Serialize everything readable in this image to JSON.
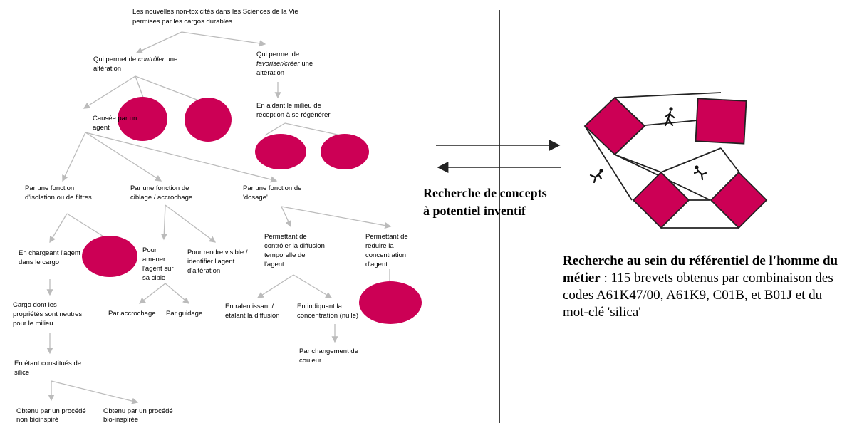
{
  "colors": {
    "accent": "#cc0055",
    "tree_line": "#bbbbbb",
    "divider": "#000000"
  },
  "tree": {
    "root": [
      "Les nouvelles non-toxicités dans les Sciences de la Vie",
      "permises par les cargos durables"
    ],
    "control_prefix": "Qui permet de ",
    "control_em": "contrôler",
    "control_suffix": " une",
    "control_line2": "altération",
    "favor_line1": "Qui permet de",
    "favor_em": "favoriser/créer",
    "favor_suffix": " une",
    "favor_line3": "altération",
    "caused": [
      "Causée par un",
      "agent"
    ],
    "helping": [
      "En aidant le milieu de",
      "réception à se régénérer"
    ],
    "isolation": [
      "Par une fonction",
      "d'isolation ou de filtres"
    ],
    "targeting": [
      "Par une fonction de",
      "ciblage / accrochage"
    ],
    "dosage": [
      "Par une fonction de",
      "'dosage'"
    ],
    "loading": [
      "En chargeant l'agent",
      "dans le cargo"
    ],
    "bring": [
      "Pour",
      "amener",
      "l'agent sur",
      "sa cible"
    ],
    "visible": [
      "Pour rendre visible /",
      "identifier l'agent",
      "d'altération"
    ],
    "temporal": [
      "Permettant de",
      "contrôler la diffusion",
      "temporelle de",
      "l'agent"
    ],
    "reduce": [
      "Permettant de",
      "réduire la",
      "concentration",
      "d'agent"
    ],
    "cargo_neutral": [
      "Cargo dont les",
      "propriétés sont neutres",
      "pour le milieu"
    ],
    "attach": "Par accrochage",
    "guide": "Par guidage",
    "slowing": [
      "En ralentissant /",
      "étalant la diffusion"
    ],
    "indicating": [
      "En indiquant la",
      "concentration (nulle)"
    ],
    "silica": [
      "En étant constitués de",
      "silice"
    ],
    "color_change": [
      "Par changement de",
      "couleur"
    ],
    "nonbio": [
      "Obtenu par un procédé",
      "non bioinspiré"
    ],
    "bio": [
      "Obtenu par un procédé",
      "bio-inspirée"
    ]
  },
  "middle": {
    "label": [
      "Recherche de concepts",
      "à potentiel inventif"
    ]
  },
  "network": {
    "icons": [
      "walking-person-icon",
      "falling-person-icon",
      "falling-person-icon"
    ]
  },
  "description": {
    "bold": "Recherche au sein du référentiel de l'homme du métier",
    "rest": " : 115 brevets obtenus par combinaison des codes A61K47/00, A61K9, C01B, et B01J et du mot-clé 'silica'"
  }
}
